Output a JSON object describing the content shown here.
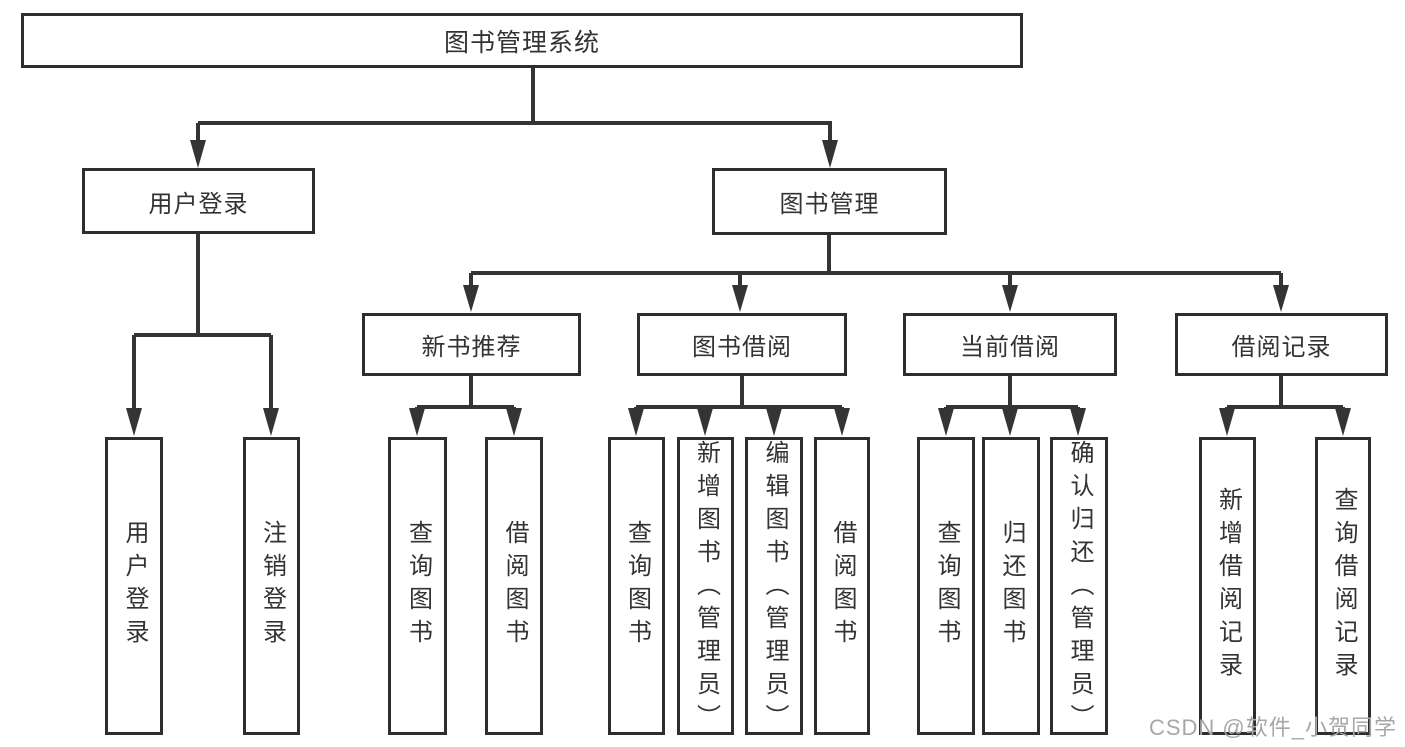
{
  "tree": {
    "label": "图书管理系统",
    "children": [
      {
        "label": "用户登录",
        "children": [
          {
            "label": "用户登录"
          },
          {
            "label": "注销登录"
          }
        ]
      },
      {
        "label": "图书管理",
        "children": [
          {
            "label": "新书推荐",
            "children": [
              {
                "label": "查询图书"
              },
              {
                "label": "借阅图书"
              }
            ]
          },
          {
            "label": "图书借阅",
            "children": [
              {
                "label": "查询图书"
              },
              {
                "label": "新增图书（管理员）"
              },
              {
                "label": "编辑图书（管理员）"
              },
              {
                "label": "借阅图书"
              }
            ]
          },
          {
            "label": "当前借阅",
            "children": [
              {
                "label": "查询图书"
              },
              {
                "label": "归还图书"
              },
              {
                "label": "确认归还（管理员）"
              }
            ]
          },
          {
            "label": "借阅记录",
            "children": [
              {
                "label": "新增借阅记录"
              },
              {
                "label": "查询借阅记录"
              }
            ]
          }
        ]
      }
    ]
  },
  "colors": {
    "line": "#343434",
    "border": "#2d2d2d",
    "text": "#333333",
    "watermark_color": "#a7a7a7"
  },
  "watermark": {
    "text": "CSDN @软件_小贺同学"
  }
}
